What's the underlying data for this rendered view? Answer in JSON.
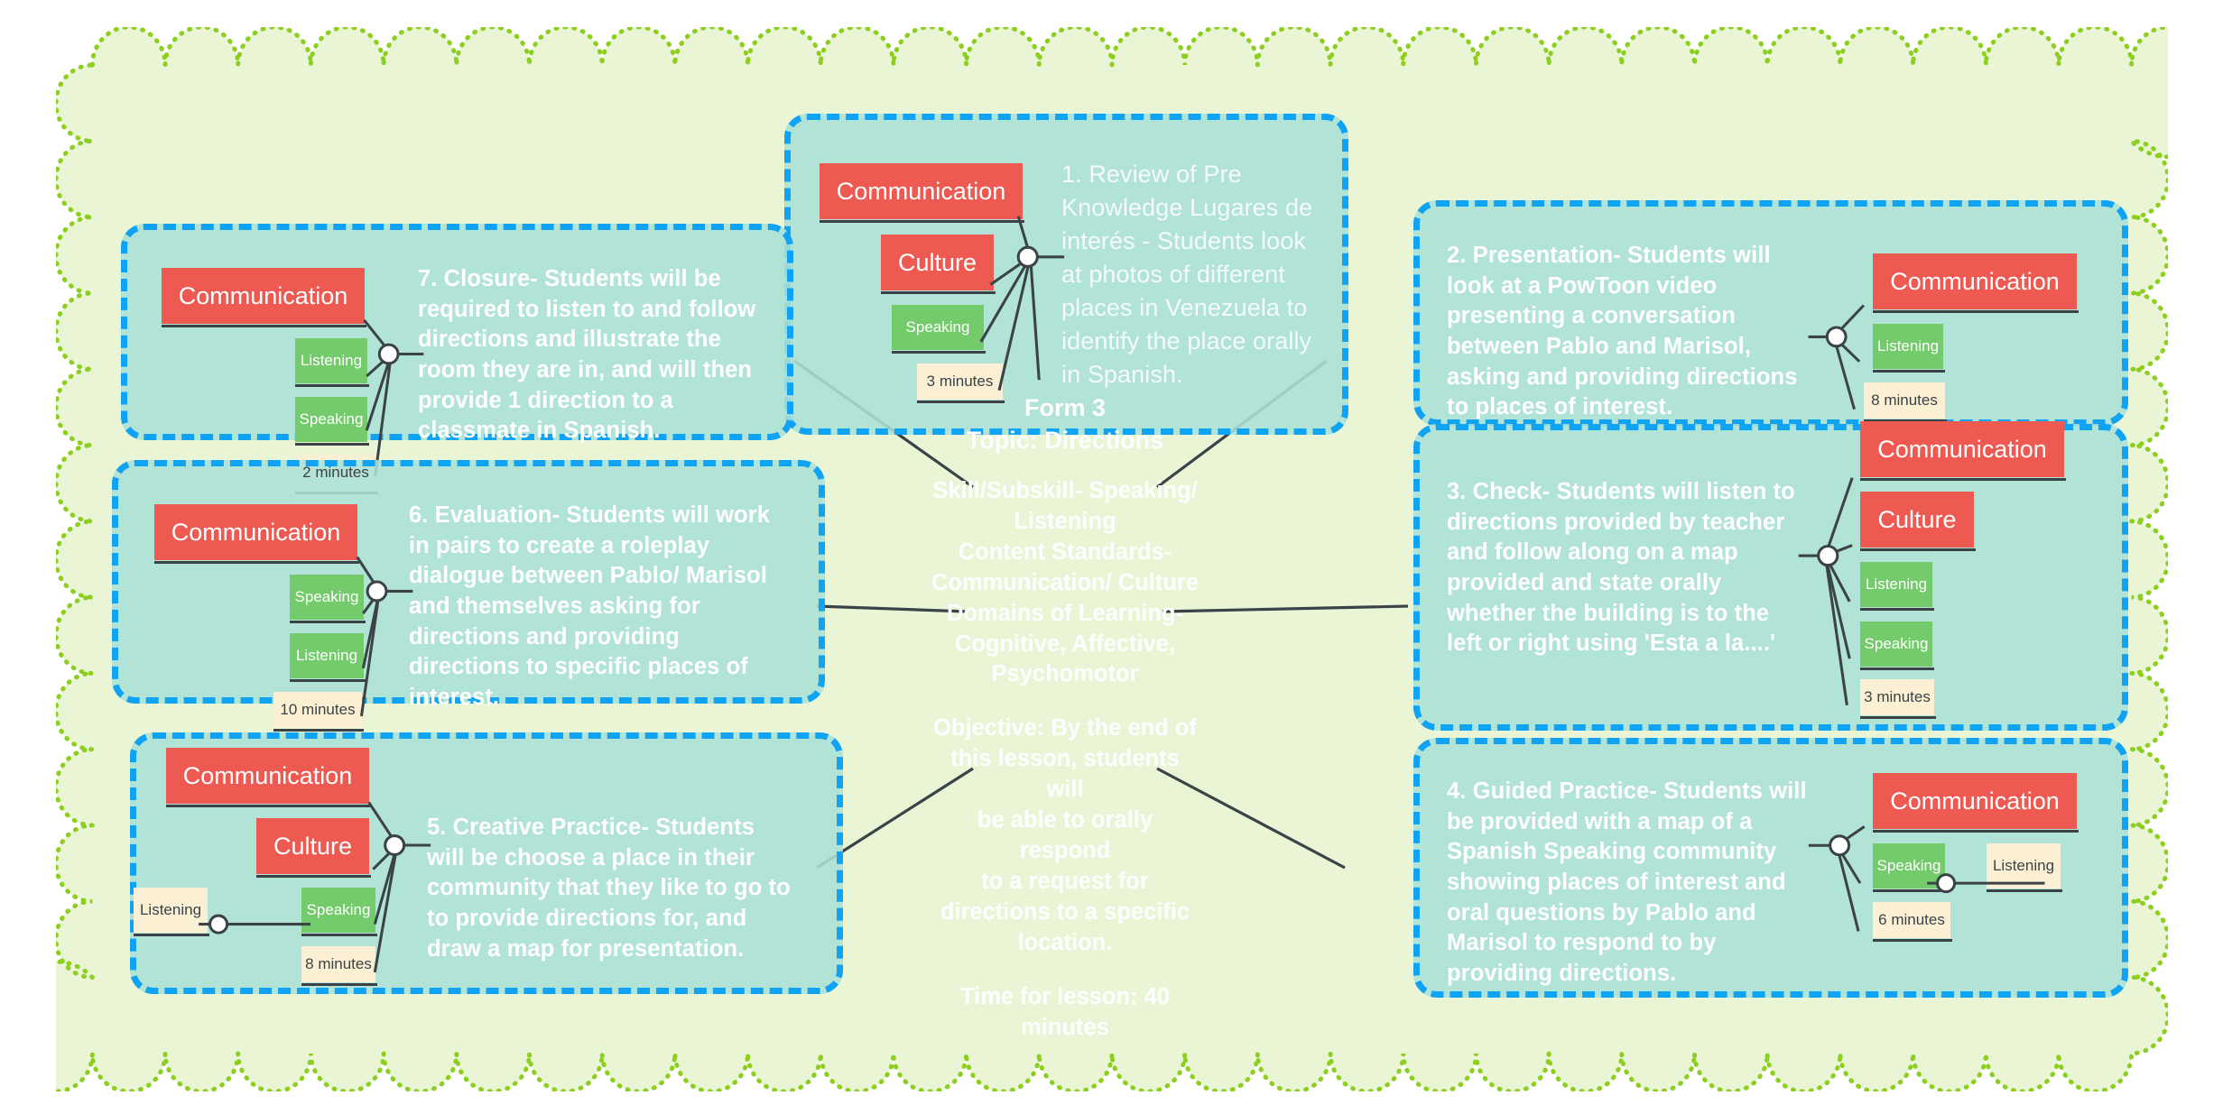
{
  "canvas": {
    "background_color": "#ffffff",
    "board_fill": "#e9f5d5",
    "board_border_color": "#8ccf1e",
    "card_fill": "#aae0d7",
    "card_border_color": "#11a3f3",
    "tag_red": "#ee5a52",
    "tag_green": "#74cb6b",
    "tag_cream": "#fbf0d3",
    "connector_color": "#3b4348",
    "text_color": "#ffffff"
  },
  "center": {
    "title_lines": [
      "Form 3",
      "Topic: Directions"
    ],
    "meta_lines": [
      "Skill/Subskill- Speaking/",
      "Listening",
      "Content Standards-",
      "Communication/ Culture",
      "Domains of Learning-",
      "Cognitive, Affective,",
      "Psychomotor"
    ],
    "objective_lines": [
      "Objective: By the end of",
      "this lesson, students will",
      "be able to orally respond",
      "to a request for",
      "directions to a specific",
      "location."
    ],
    "time_lines": [
      "Time for lesson: 40",
      "minutes"
    ]
  },
  "cards": [
    {
      "id": "step-1",
      "name": "card-step-1-review",
      "text": "1. Review of Pre Knowledge Lugares de interés - Students look at photos of different places in Venezuela to identify the place orally in Spanish.",
      "tags": [
        {
          "label": "Communication",
          "style": "red"
        },
        {
          "label": "Culture",
          "style": "red"
        },
        {
          "label": "Speaking",
          "style": "green"
        },
        {
          "label": "3 minutes",
          "style": "cream"
        }
      ]
    },
    {
      "id": "step-2",
      "name": "card-step-2-presentation",
      "text": "2. Presentation- Students will look at a PowToon video presenting a conversation between Pablo and Marisol, asking and providing directions to places of interest.",
      "tags": [
        {
          "label": "Communication",
          "style": "red"
        },
        {
          "label": "Listening",
          "style": "green"
        },
        {
          "label": "8 minutes",
          "style": "cream"
        }
      ]
    },
    {
      "id": "step-3",
      "name": "card-step-3-check",
      "text": "3. Check- Students will listen to directions provided by teacher and follow along on a  map provided and state orally whether the building is to the left or right using 'Esta a la....'",
      "tags": [
        {
          "label": "Communication",
          "style": "red"
        },
        {
          "label": "Culture",
          "style": "red"
        },
        {
          "label": "Listening",
          "style": "green"
        },
        {
          "label": "Speaking",
          "style": "green"
        },
        {
          "label": "3 minutes",
          "style": "cream"
        }
      ]
    },
    {
      "id": "step-4",
      "name": "card-step-4-guided-practice",
      "text": "4. Guided Practice- Students will be provided with a map of a Spanish Speaking community showing  places of interest and oral questions by Pablo and Marisol to respond to by providing directions.",
      "tags": [
        {
          "label": "Communication",
          "style": "red"
        },
        {
          "label": "Speaking",
          "style": "green"
        },
        {
          "label": "6 minutes",
          "style": "cream"
        },
        {
          "label": "Listening",
          "style": "cream"
        }
      ]
    },
    {
      "id": "step-5",
      "name": "card-step-5-creative-practice",
      "text": "5. Creative Practice- Students will be choose a place in their community that they like to go to to provide directions for, and draw a map for presentation.",
      "tags": [
        {
          "label": "Communication",
          "style": "red"
        },
        {
          "label": "Culture",
          "style": "red"
        },
        {
          "label": "Listening",
          "style": "cream"
        },
        {
          "label": "Speaking",
          "style": "green"
        },
        {
          "label": "8 minutes",
          "style": "cream"
        }
      ]
    },
    {
      "id": "step-6",
      "name": "card-step-6-evaluation",
      "text": "6. Evaluation- Students will work in pairs to create a roleplay dialogue between Pablo/ Marisol and themselves asking for directions and providing directions to specific places of interest.",
      "tags": [
        {
          "label": "Communication",
          "style": "red"
        },
        {
          "label": "Speaking",
          "style": "green"
        },
        {
          "label": "Listening",
          "style": "green"
        },
        {
          "label": "10 minutes",
          "style": "cream"
        }
      ]
    },
    {
      "id": "step-7",
      "name": "card-step-7-closure",
      "text": "7. Closure- Students will be required to listen to and follow directions and illustrate the room they are in, and will then provide 1 direction to a classmate in Spanish.",
      "tags": [
        {
          "label": "Communication",
          "style": "red"
        },
        {
          "label": "Listening",
          "style": "green"
        },
        {
          "label": "Speaking",
          "style": "green"
        },
        {
          "label": "2 minutes",
          "style": "cream"
        }
      ]
    }
  ]
}
